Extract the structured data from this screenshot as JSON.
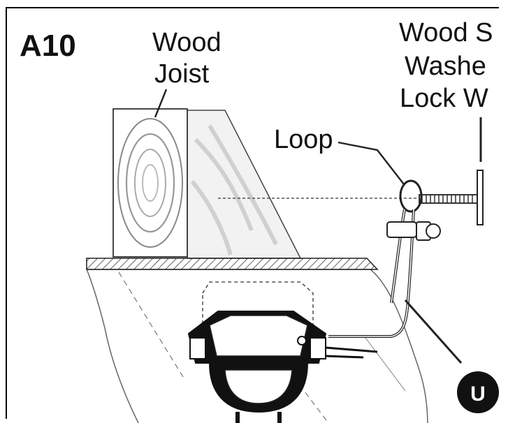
{
  "diagram": {
    "step_label": "A10",
    "labels": {
      "joist_line1": "Wood",
      "joist_line2": "Joist",
      "loop": "Loop",
      "screw_line1": "Wood S",
      "screw_line2": "Washe",
      "screw_line3": "Lock W"
    },
    "icons": [
      "wood-joist-icon",
      "wood-screw-icon",
      "safety-cable-icon",
      "ceiling-plate-icon",
      "fan-canopy-icon",
      "callout-badge-icon"
    ]
  }
}
